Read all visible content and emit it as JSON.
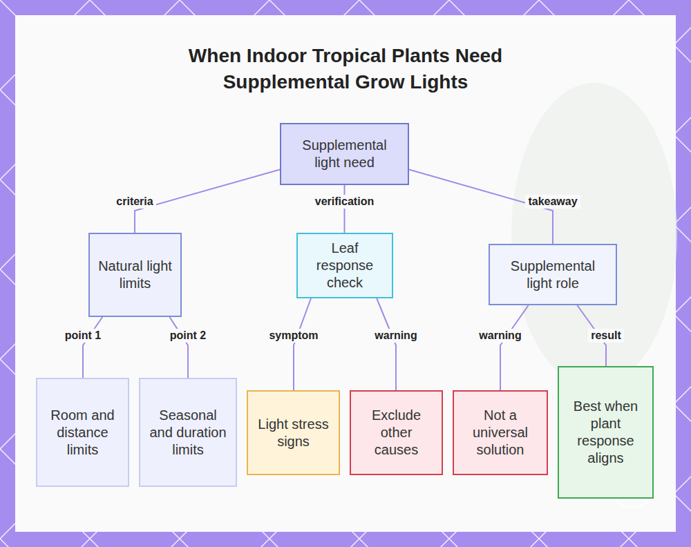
{
  "diagram": {
    "title": "When Indoor Tropical Plants Need Supplemental Grow Lights",
    "nodes": [
      {
        "text": [
          "Supplemental light need"
        ]
      },
      {
        "text": [
          "Natural light limits"
        ]
      },
      {
        "text": [
          "Leaf response check"
        ]
      },
      {
        "text": [
          "Supplemental light role"
        ]
      },
      {
        "text": [
          "Room and distance limits"
        ]
      },
      {
        "text": [
          "Seasonal and duration limits"
        ]
      },
      {
        "text": [
          "Light stress signs"
        ]
      },
      {
        "text": [
          "Exclude other causes"
        ]
      },
      {
        "text": [
          "Not a universal solution"
        ]
      },
      {
        "text": [
          "Best when plant response aligns"
        ]
      }
    ],
    "edges": [
      {
        "from": 0,
        "to": 1,
        "label": "criteria",
        "arrow": "none"
      },
      {
        "from": 0,
        "to": 2,
        "label": "verification",
        "arrow": "none"
      },
      {
        "from": 0,
        "to": 3,
        "label": "takeaway",
        "arrow": "none"
      },
      {
        "from": 1,
        "to": 4,
        "label": "point 1",
        "arrow": "none"
      },
      {
        "from": 1,
        "to": 5,
        "label": "point 2",
        "arrow": "none"
      },
      {
        "from": 2,
        "to": 6,
        "label": "symptom",
        "arrow": "none"
      },
      {
        "from": 2,
        "to": 7,
        "label": "warning",
        "arrow": "none"
      },
      {
        "from": 3,
        "to": 8,
        "label": "warning",
        "arrow": "none"
      },
      {
        "from": 3,
        "to": 9,
        "label": "result",
        "arrow": "none"
      }
    ]
  }
}
